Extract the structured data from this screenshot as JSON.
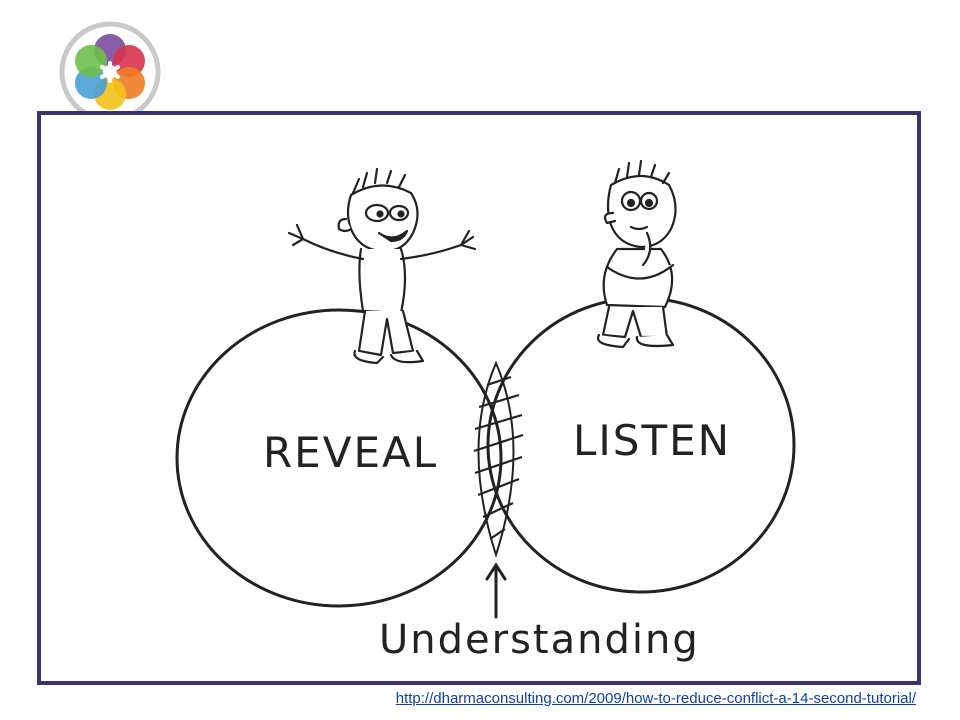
{
  "logo": {
    "icon": "flower-asterisk-logo-icon"
  },
  "cartoon": {
    "left_circle_label": "REVEAL",
    "right_circle_label": "LISTEN",
    "caption": "Understanding"
  },
  "footer": {
    "url": "http://dharmaconsulting.com/2009/how-to-reduce-conflict-a-14-second-tutorial/"
  },
  "colors": {
    "frame": "#3d3170",
    "link": "#0b3fb0",
    "logo_petals": [
      "#7b4b9e",
      "#d6334d",
      "#ee7b24",
      "#f2c21a",
      "#4aa0d8",
      "#6cbf4b"
    ]
  }
}
